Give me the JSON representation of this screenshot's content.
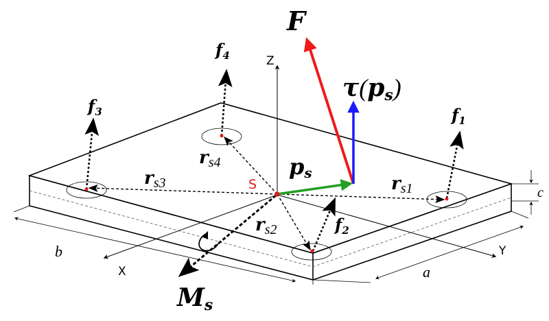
{
  "labels": {
    "force": "F",
    "torque": "τ",
    "torque_arg": "p",
    "torque_arg_sub": "s",
    "pos_vector": "p",
    "pos_vector_sub": "s",
    "moment": "M",
    "moment_sub": "s",
    "center": "S",
    "axis_x": "X",
    "axis_y": "Y",
    "axis_z": "Z",
    "dim_a": "a",
    "dim_b": "b",
    "dim_c": "c"
  },
  "forces": [
    {
      "name": "f",
      "sub": "1"
    },
    {
      "name": "f",
      "sub": "2"
    },
    {
      "name": "f",
      "sub": "3"
    },
    {
      "name": "f",
      "sub": "4"
    }
  ],
  "radii": [
    {
      "name": "r",
      "sub": "s1"
    },
    {
      "name": "r",
      "sub": "s2"
    },
    {
      "name": "r",
      "sub": "s3"
    },
    {
      "name": "r",
      "sub": "s4"
    }
  ],
  "colors": {
    "force": "#ee1c1c",
    "torque": "#1a1aff",
    "pos_vector": "#22a022",
    "center": "#e21a1a",
    "contact_point": "#e21a1a",
    "lines": "#000000"
  }
}
